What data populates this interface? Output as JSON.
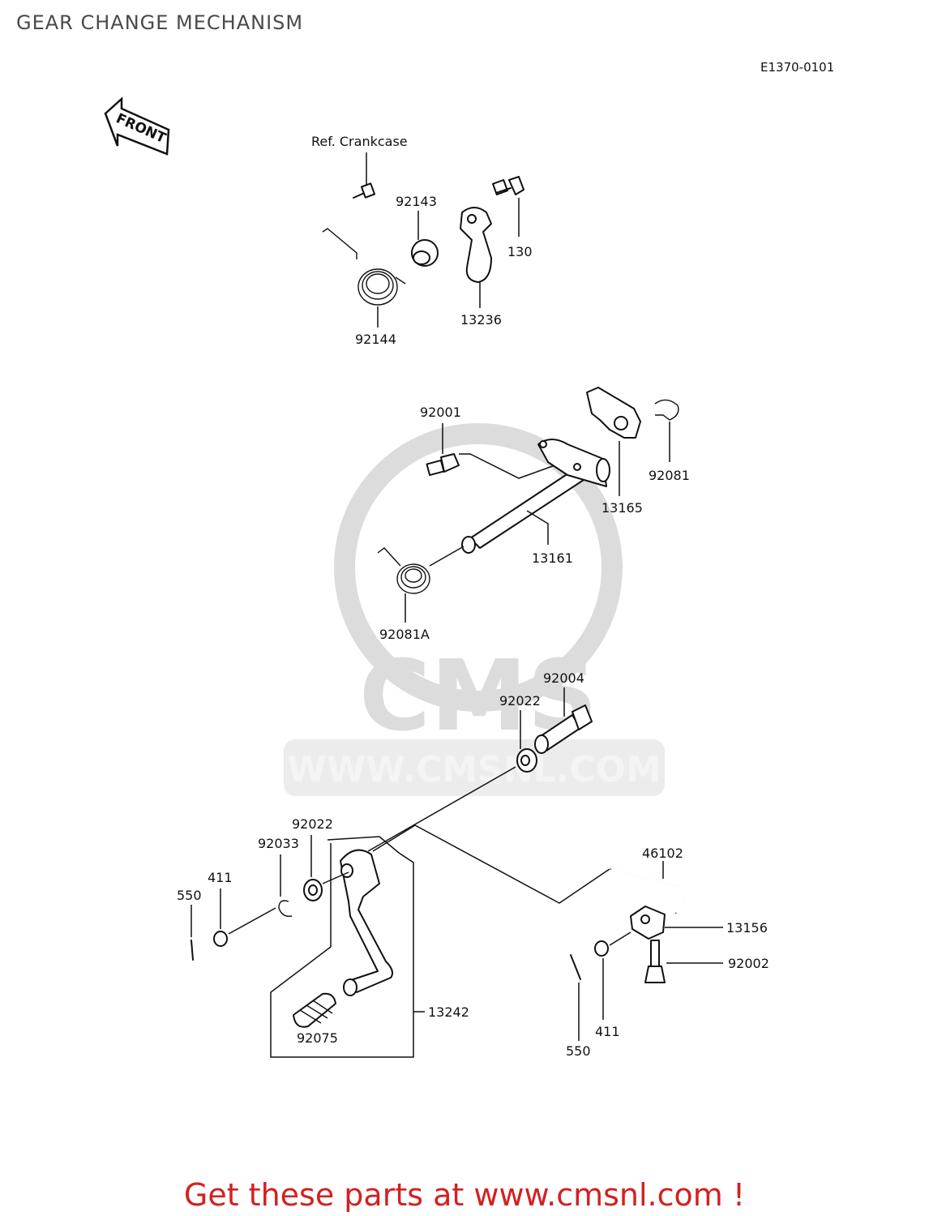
{
  "title": "GEAR CHANGE MECHANISM",
  "diagram_id": "E1370-0101",
  "front_label": "FRONT",
  "ref_label": "Ref. Crankcase",
  "watermark": {
    "brand": "CMS",
    "url": "WWW.CMSNL.COM"
  },
  "footer": "Get these parts at www.cmsnl.com !",
  "parts": [
    {
      "id": "p92143",
      "label": "92143"
    },
    {
      "id": "p130",
      "label": "130"
    },
    {
      "id": "p13236",
      "label": "13236"
    },
    {
      "id": "p92144",
      "label": "92144"
    },
    {
      "id": "p92001",
      "label": "92001"
    },
    {
      "id": "p92081",
      "label": "92081"
    },
    {
      "id": "p13165",
      "label": "13165"
    },
    {
      "id": "p13161",
      "label": "13161"
    },
    {
      "id": "p92081A",
      "label": "92081A"
    },
    {
      "id": "p92004",
      "label": "92004"
    },
    {
      "id": "p92022a",
      "label": "92022"
    },
    {
      "id": "p92022b",
      "label": "92022"
    },
    {
      "id": "p92033",
      "label": "92033"
    },
    {
      "id": "p411a",
      "label": "411"
    },
    {
      "id": "p550a",
      "label": "550"
    },
    {
      "id": "p46102",
      "label": "46102"
    },
    {
      "id": "p13156",
      "label": "13156"
    },
    {
      "id": "p92002",
      "label": "92002"
    },
    {
      "id": "p13242",
      "label": "13242"
    },
    {
      "id": "p92075",
      "label": "92075"
    },
    {
      "id": "p411b",
      "label": "411"
    },
    {
      "id": "p550b",
      "label": "550"
    }
  ]
}
